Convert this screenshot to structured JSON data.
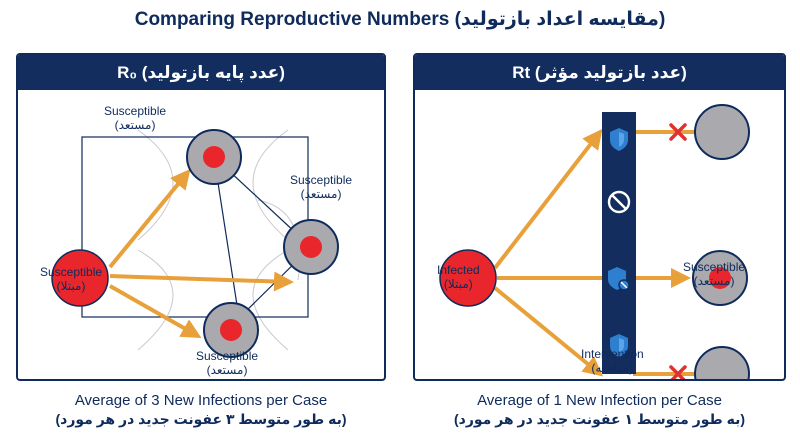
{
  "title": "Comparing Reproductive Numbers (مقایسه اعداد بازتولید)",
  "left_panel": {
    "header": "R₀ (عدد پایه بازتولید)",
    "nodes": {
      "source": [
        "Susceptible",
        "(مبتلا)"
      ],
      "top": [
        "Susceptible",
        "(مستعد)"
      ],
      "right": [
        "Susceptible",
        "(مستعد)"
      ],
      "bottom": [
        "Susceptible",
        "(مستعد)"
      ]
    },
    "caption_en": "Average of 3 New Infections per Case",
    "caption_fa": "(به طور متوسط ۳ عفونت جدید در هر مورد)"
  },
  "right_panel": {
    "header": "Rt (عدد بازتولید مؤثر)",
    "nodes": {
      "source": [
        "Infected",
        "(مبتلا)"
      ],
      "middle": [
        "Susceptible",
        "(مستعد)"
      ]
    },
    "intervention": [
      "Intervention",
      "(مداخله)"
    ],
    "caption_en": "Average of 1 New Infection per Case",
    "caption_fa": "(به طور متوسط ۱ عفونت جدید در هر مورد)"
  },
  "colors": {
    "navy": "#122d5e",
    "arrow": "#e8a13a",
    "infected": "#e8262b",
    "node_gray": "#a9a9ae",
    "block_x": "#e0302f",
    "shield": "#2f7fd1"
  },
  "icons": [
    "shield-icon",
    "no-entry-icon",
    "shield-virus-icon",
    "shield-icon"
  ]
}
